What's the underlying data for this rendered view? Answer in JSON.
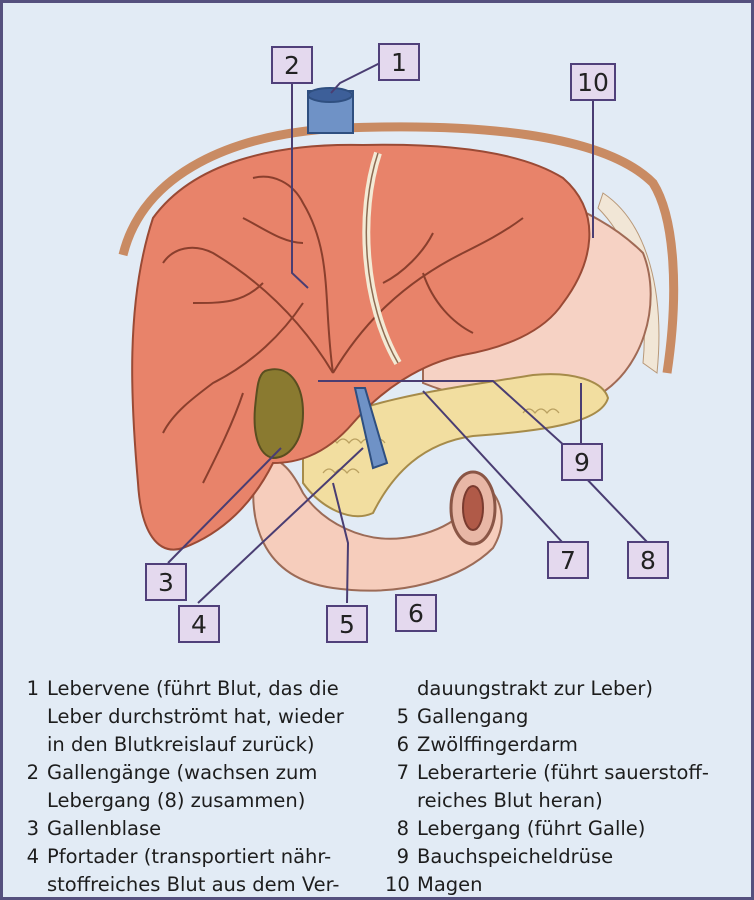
{
  "callouts": [
    "1",
    "2",
    "3",
    "4",
    "5",
    "6",
    "7",
    "8",
    "9",
    "10"
  ],
  "legend": {
    "left": [
      {
        "num": "1",
        "text": "Lebervene (führt Blut, das die"
      },
      {
        "num": "",
        "text": "Leber durchströmt  hat, wieder"
      },
      {
        "num": "",
        "text": "in den Blutkreislauf zurück)"
      },
      {
        "num": "2",
        "text": "Gallengänge (wachsen zum"
      },
      {
        "num": "",
        "text": "Lebergang (8) zusammen)"
      },
      {
        "num": "3",
        "text": "Gallenblase"
      },
      {
        "num": "4",
        "text": "Pfortader (transportiert nähr-"
      },
      {
        "num": "",
        "text": "stoffreiches Blut aus dem Ver-"
      }
    ],
    "right": [
      {
        "num": "",
        "text": "dauungstrakt zur Leber)"
      },
      {
        "num": "5",
        "text": "Gallengang"
      },
      {
        "num": "6",
        "text": "Zwölffingerdarm"
      },
      {
        "num": "7",
        "text": "Leberarterie (führt sauerstoff-"
      },
      {
        "num": "",
        "text": "reiches Blut heran)"
      },
      {
        "num": "8",
        "text": "Lebergang (führt Galle)"
      },
      {
        "num": "9",
        "text": "Bauchspeicheldrüse"
      },
      {
        "num": "10",
        "text": "Magen"
      }
    ]
  },
  "colors": {
    "frame_border": "#55507e",
    "background": "#e2ebf5",
    "callout_fill": "#e4d9ee",
    "callout_border": "#50407a",
    "liver": "#e8836a",
    "stomach": "#f6d2c4",
    "pancreas": "#f2dea0",
    "vein": "#6f92c6"
  }
}
